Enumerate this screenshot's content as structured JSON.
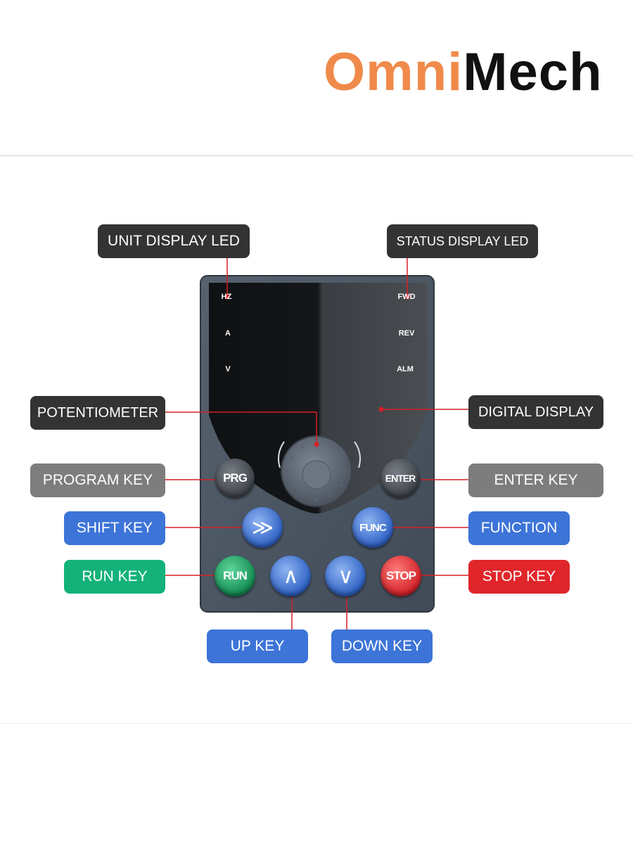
{
  "logo": {
    "part1": "Omni",
    "part2": "Mech"
  },
  "callouts": {
    "unit_display_led": "UNIT DISPLAY LED",
    "status_display_led": "STATUS DISPLAY LED",
    "potentiometer": "POTENTIOMETER",
    "digital_display": "DIGITAL DISPLAY",
    "program_key": "PROGRAM KEY",
    "enter_key": "ENTER KEY",
    "shift_key": "SHIFT KEY",
    "function": "FUNCTION",
    "run_key": "RUN KEY",
    "stop_key": "STOP KEY",
    "up_key": "UP KEY",
    "down_key": "DOWN KEY"
  },
  "leds": {
    "units": [
      "HZ",
      "A",
      "V"
    ],
    "status": [
      "FWD",
      "REV",
      "ALM"
    ]
  },
  "keys": {
    "prg": "PRG",
    "enter": "ENTER",
    "shift": "≫",
    "func": "FUNC",
    "run": "RUN",
    "up": "∧",
    "down": "∨",
    "stop": "STOP"
  },
  "colors": {
    "logo_accent": "#f08a4a",
    "callout_dark": "#333333",
    "callout_gray": "#7d7d7d",
    "callout_blue": "#3d74d8",
    "callout_green": "#14b27a",
    "callout_red": "#e0262b",
    "leader_line": "#d62027",
    "panel_body": "#4a5562"
  }
}
